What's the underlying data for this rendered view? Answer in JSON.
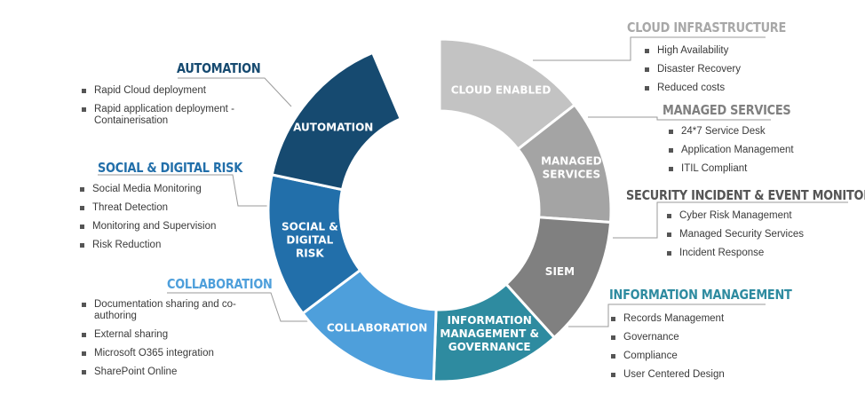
{
  "diagram": {
    "segments": [
      {
        "id": "cloud-enabled",
        "lines": [
          "CLOUD ENABLED"
        ],
        "color": "#c3c3c3"
      },
      {
        "id": "managed-services",
        "lines": [
          "MANAGED",
          "SERVICES"
        ],
        "color": "#a4a4a4"
      },
      {
        "id": "siem",
        "lines": [
          "SIEM"
        ],
        "color": "#808080"
      },
      {
        "id": "information-management",
        "lines": [
          "INFORMATION",
          "MANAGEMENT &",
          "GOVERNANCE"
        ],
        "color": "#2e8ba0"
      },
      {
        "id": "collaboration",
        "lines": [
          "COLLABORATION"
        ],
        "color": "#4e9fdb"
      },
      {
        "id": "social-digital-risk",
        "lines": [
          "SOCIAL &",
          "DIGITAL",
          "RISK"
        ],
        "color": "#226faa"
      },
      {
        "id": "automation",
        "lines": [
          "AUTOMATION"
        ],
        "color": "#164a70"
      }
    ]
  },
  "panels": {
    "automation": {
      "title": "AUTOMATION",
      "color": "#164a70",
      "items": [
        "Rapid Cloud deployment",
        "Rapid application deployment - Containerisation"
      ]
    },
    "social_digital_risk": {
      "title": "SOCIAL & DIGITAL RISK",
      "color": "#226faa",
      "items": [
        "Social Media Monitoring",
        "Threat Detection",
        "Monitoring and Supervision",
        "Risk Reduction"
      ]
    },
    "collaboration": {
      "title": "COLLABORATION",
      "color": "#4e9fdb",
      "items": [
        "Documentation sharing and co-authoring",
        "External sharing",
        "Microsoft O365 integration",
        "SharePoint Online"
      ]
    },
    "cloud_infrastructure": {
      "title": "CLOUD INFRASTRUCTURE",
      "color": "#a8a8a8",
      "items": [
        "High Availability",
        "Disaster Recovery",
        "Reduced costs"
      ]
    },
    "managed_services": {
      "title": "MANAGED SERVICES",
      "color": "#808080",
      "items": [
        "24*7 Service Desk",
        "Application Management",
        "ITIL Compliant"
      ]
    },
    "siem": {
      "title": "SECURITY INCIDENT & EVENT MONITORING",
      "color": "#555555",
      "items": [
        "Cyber Risk Management",
        "Managed Security Services",
        "Incident Response"
      ]
    },
    "information_management": {
      "title": "INFORMATION MANAGEMENT",
      "color": "#2e8ba0",
      "items": [
        "Records Management",
        "Governance",
        "Compliance",
        "User Centered Design"
      ]
    }
  }
}
